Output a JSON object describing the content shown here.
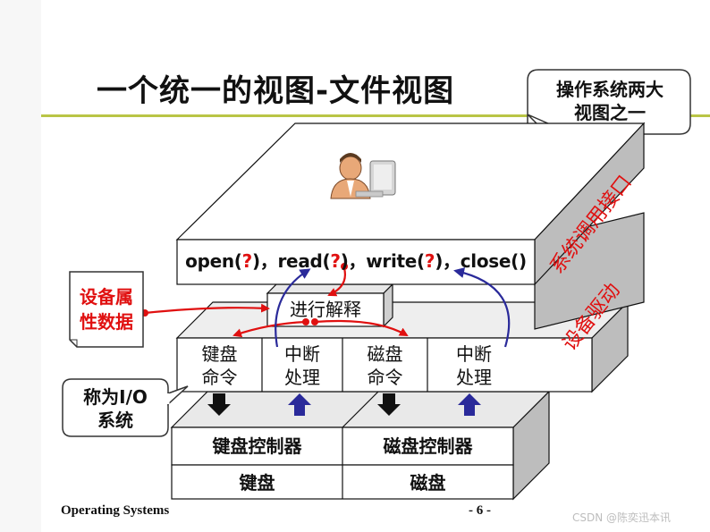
{
  "title": "一个统一的视图-文件视图",
  "callout_top": [
    "操作系统两大",
    "视图之一"
  ],
  "callout_attr": [
    "设备属",
    "性数据"
  ],
  "callout_io": [
    "称为I/O",
    "系统"
  ],
  "syscall_line": {
    "open": "open(",
    "q1": "?",
    "read": ")，read(",
    "q2": "?",
    "write": ")，write(",
    "q3": "?",
    "close": ")，close()"
  },
  "layer_labels": {
    "syscall": "系统调用接口",
    "driver": "设备驱动"
  },
  "interpret": "进行解释",
  "cells": {
    "kbd_cmd": [
      "键盘",
      "命令"
    ],
    "int1": [
      "中断",
      "处理"
    ],
    "disk_cmd": [
      "磁盘",
      "命令"
    ],
    "int2": [
      "中断",
      "处理"
    ]
  },
  "kbd_controller": "键盘控制器",
  "disk_controller": "磁盘控制器",
  "kbd": "键盘",
  "disk": "磁盘",
  "footer": {
    "course": "Operating Systems",
    "page": "- 6 -"
  },
  "watermark": "CSDN @陈奕迅本讯",
  "colors": {
    "accent_rule": "#b9c545",
    "arrow_red": "#e01010",
    "arrow_blue": "#2a2a9a",
    "layer_side": "#bdbdbd"
  }
}
